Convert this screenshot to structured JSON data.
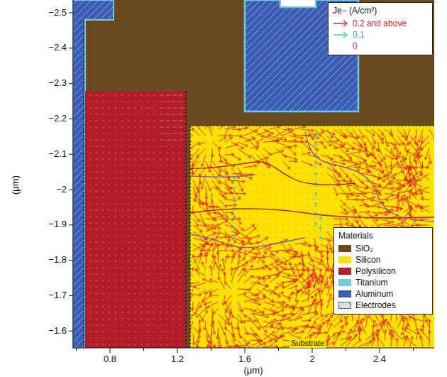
{
  "diagram": {
    "labels": [
      "−2.5",
      "−2.4",
      "−2.3",
      "−2.2",
      "−2.1",
      "−2",
      "−1.9",
      "−1.8",
      "−1.7",
      "−1.6",
      "(μm)",
      "0.8",
      "1.2",
      "1.6",
      "2",
      "2.4",
      "(μm)",
      "Je− (A/cm²)",
      "Materials",
      "Substrate"
    ],
    "legend": [
      {
        "text": "0.2 and above"
      },
      {
        "text": "0.1"
      },
      {
        "text": "0"
      },
      {
        "text": "SiO₂",
        "color": "#6b4a1f"
      },
      {
        "text": "Silicon",
        "color": "#ffe100"
      },
      {
        "text": "Polysilicon",
        "color": "#b21f2b"
      },
      {
        "text": "Titanium",
        "color": "#6ccbdd"
      },
      {
        "text": "Aluminum",
        "color": "#3a5cb2"
      },
      {
        "text": "Electrodes"
      }
    ]
  }
}
